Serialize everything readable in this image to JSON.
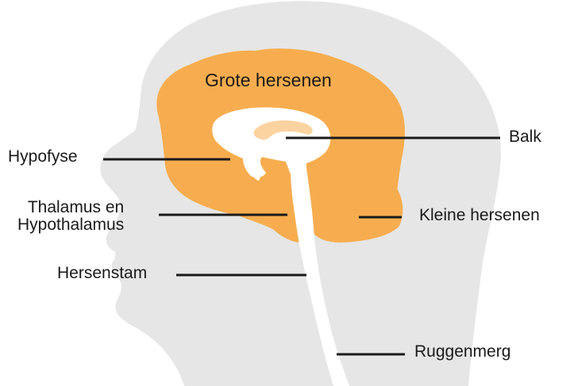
{
  "diagram": {
    "colors": {
      "head_silhouette": "#e6e6e6",
      "brain_orange": "#f7ad4f",
      "corpus_callosum_light": "#fbd3a0",
      "brainstem_white": "#ffffff",
      "leader_line": "#1a1a1a",
      "label_text": "#1a1a1a"
    },
    "labels": {
      "grote_hersenen": "Grote hersenen",
      "balk": "Balk",
      "hypofyse": "Hypofyse",
      "thalamus_line1": "Thalamus en",
      "thalamus_line2": "Hypothalamus",
      "kleine_hersenen": "Kleine hersenen",
      "hersenstam": "Hersenstam",
      "ruggenmerg": "Ruggenmerg"
    }
  }
}
